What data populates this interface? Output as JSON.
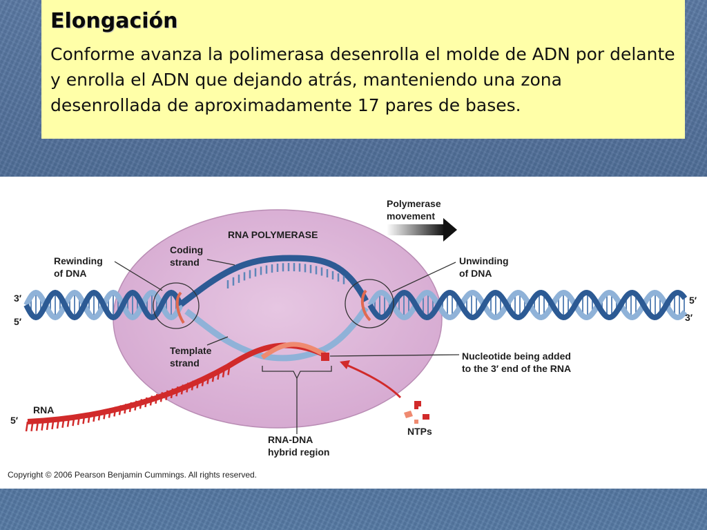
{
  "slide": {
    "title": "Elongación",
    "body": "Conforme avanza la polimerasa desenrolla el molde de ADN por delante y enrolla el ADN que dejando atrás, manteniendo una zona desenrollada de aproximadamente 17 pares de bases."
  },
  "diagram": {
    "labels": {
      "rna_polymerase": "RNA POLYMERASE",
      "polymerase_movement": "Polymerase\nmovement",
      "coding_strand": "Coding\nstrand",
      "rewinding": "Rewinding\nof DNA",
      "unwinding": "Unwinding\nof DNA",
      "template_strand": "Template\nstrand",
      "nucleotide_added": "Nucleotide being added\nto the 3′ end of the RNA",
      "rna": "RNA",
      "ntps": "NTPs",
      "hybrid_region": "RNA-DNA\nhybrid region",
      "left_3": "3′",
      "left_5": "5′",
      "right_5": "5′",
      "right_3": "3′",
      "rna_5": "5′"
    },
    "copyright": "Copyright © 2006 Pearson Benjamin Cummings. All rights reserved.",
    "colors": {
      "polymerase": "#dfb8dc",
      "dna_dark": "#2c5a94",
      "dna_light": "#8fb2d8",
      "rna": "#d12a2a",
      "rna_light": "#ef8a70",
      "arrow": "#111111"
    }
  }
}
